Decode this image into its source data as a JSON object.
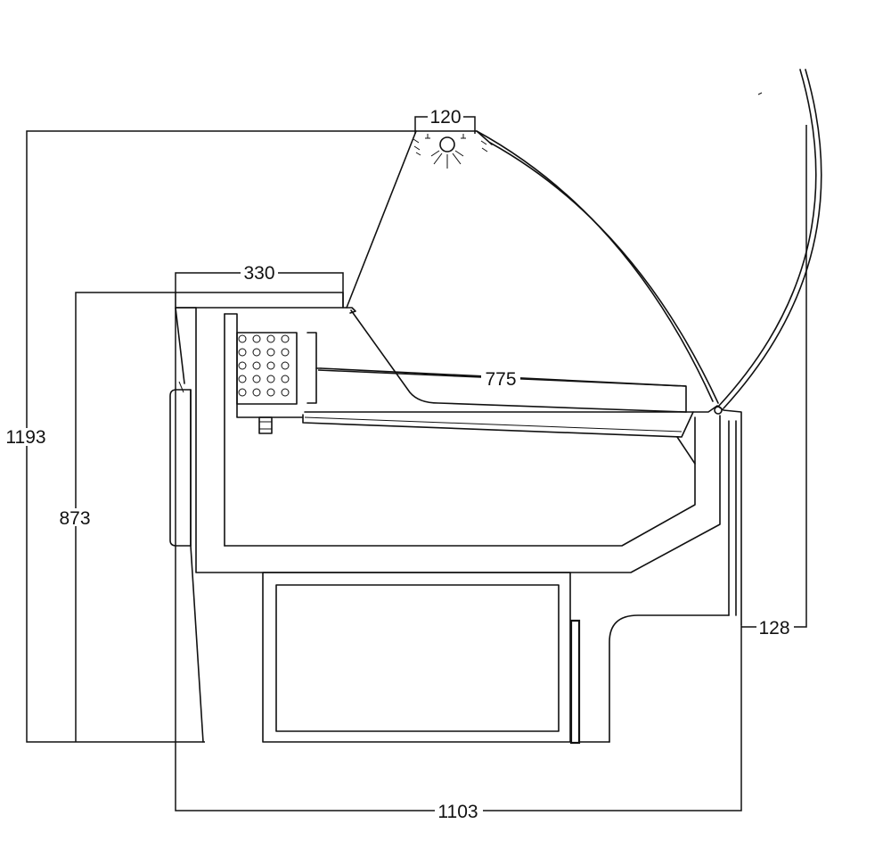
{
  "diagram": {
    "colors": {
      "line": "#111111",
      "background": "#ffffff"
    },
    "dimensions": {
      "light_width": "120",
      "shelf_depth": "330",
      "display_depth": "775",
      "total_height": "1193",
      "counter_height": "873",
      "glass_overhang": "128",
      "total_depth": "1103"
    },
    "icons": [
      "lamp-icon",
      "gastronorm-tray-icon"
    ]
  }
}
